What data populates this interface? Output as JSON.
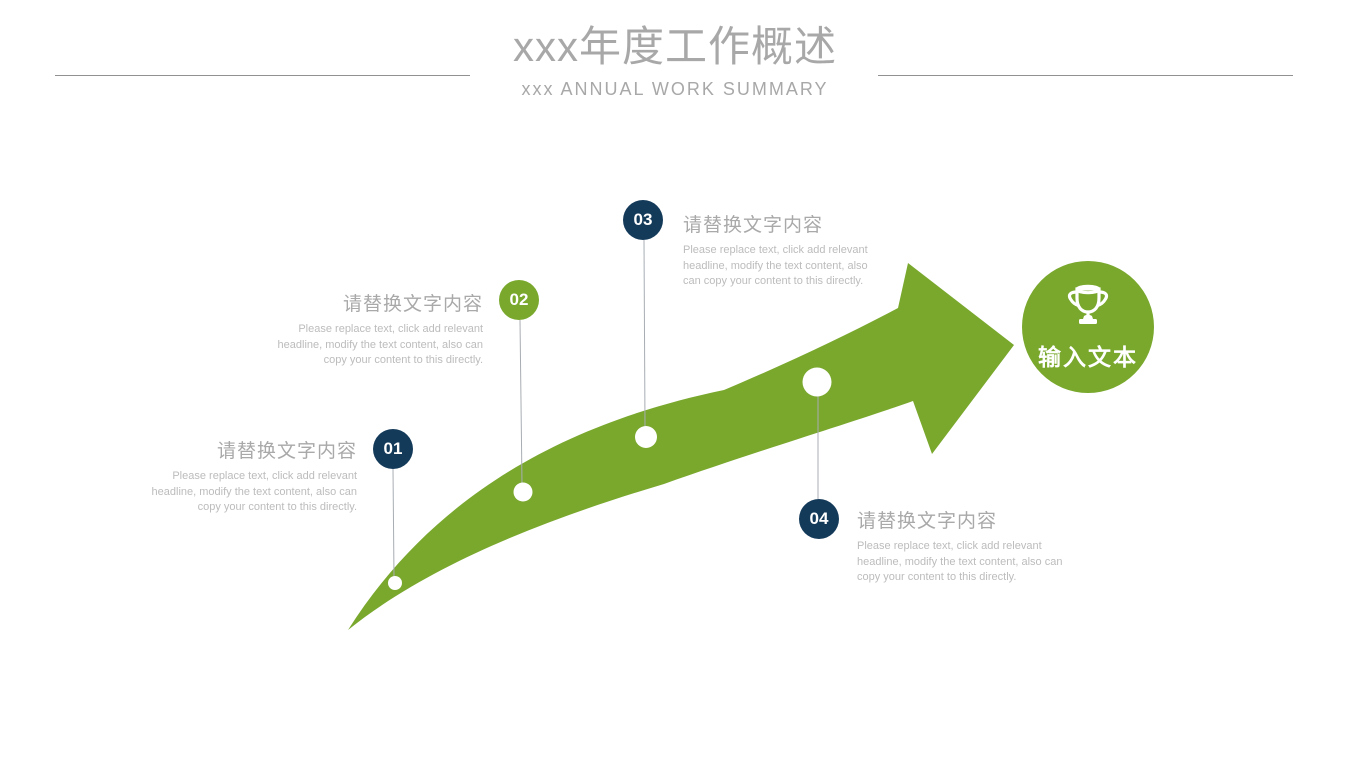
{
  "header": {
    "title": "xxx年度工作概述",
    "subtitle": "xxx ANNUAL WORK SUMMARY"
  },
  "colors": {
    "green": "#79A82D",
    "navy": "#143A5A",
    "title_gray": "#A8A8A8",
    "heading_gray": "#A9A9A9",
    "body_gray": "#BCBCBC",
    "rule_gray": "#919191"
  },
  "milestones": [
    {
      "number": "01",
      "heading": "请替换文字内容",
      "body_lines": [
        "Please replace text, click add relevant",
        "headline, modify the text content, also can",
        "copy your content to this directly."
      ]
    },
    {
      "number": "02",
      "heading": "请替换文字内容",
      "body_lines": [
        "Please replace text, click add relevant",
        "headline, modify the text content, also can",
        "copy your content to this directly."
      ]
    },
    {
      "number": "03",
      "heading": "请替换文字内容",
      "body_lines": [
        "Please replace text, click add relevant",
        "headline, modify the text content, also",
        "can copy your content to this directly."
      ]
    },
    {
      "number": "04",
      "heading": "请替换文字内容",
      "body_lines": [
        "Please replace text, click add relevant",
        "headline, modify the text content, also can",
        "copy your content to this directly."
      ]
    }
  ],
  "goal": {
    "label": "输入文本",
    "icon": "trophy-icon"
  }
}
